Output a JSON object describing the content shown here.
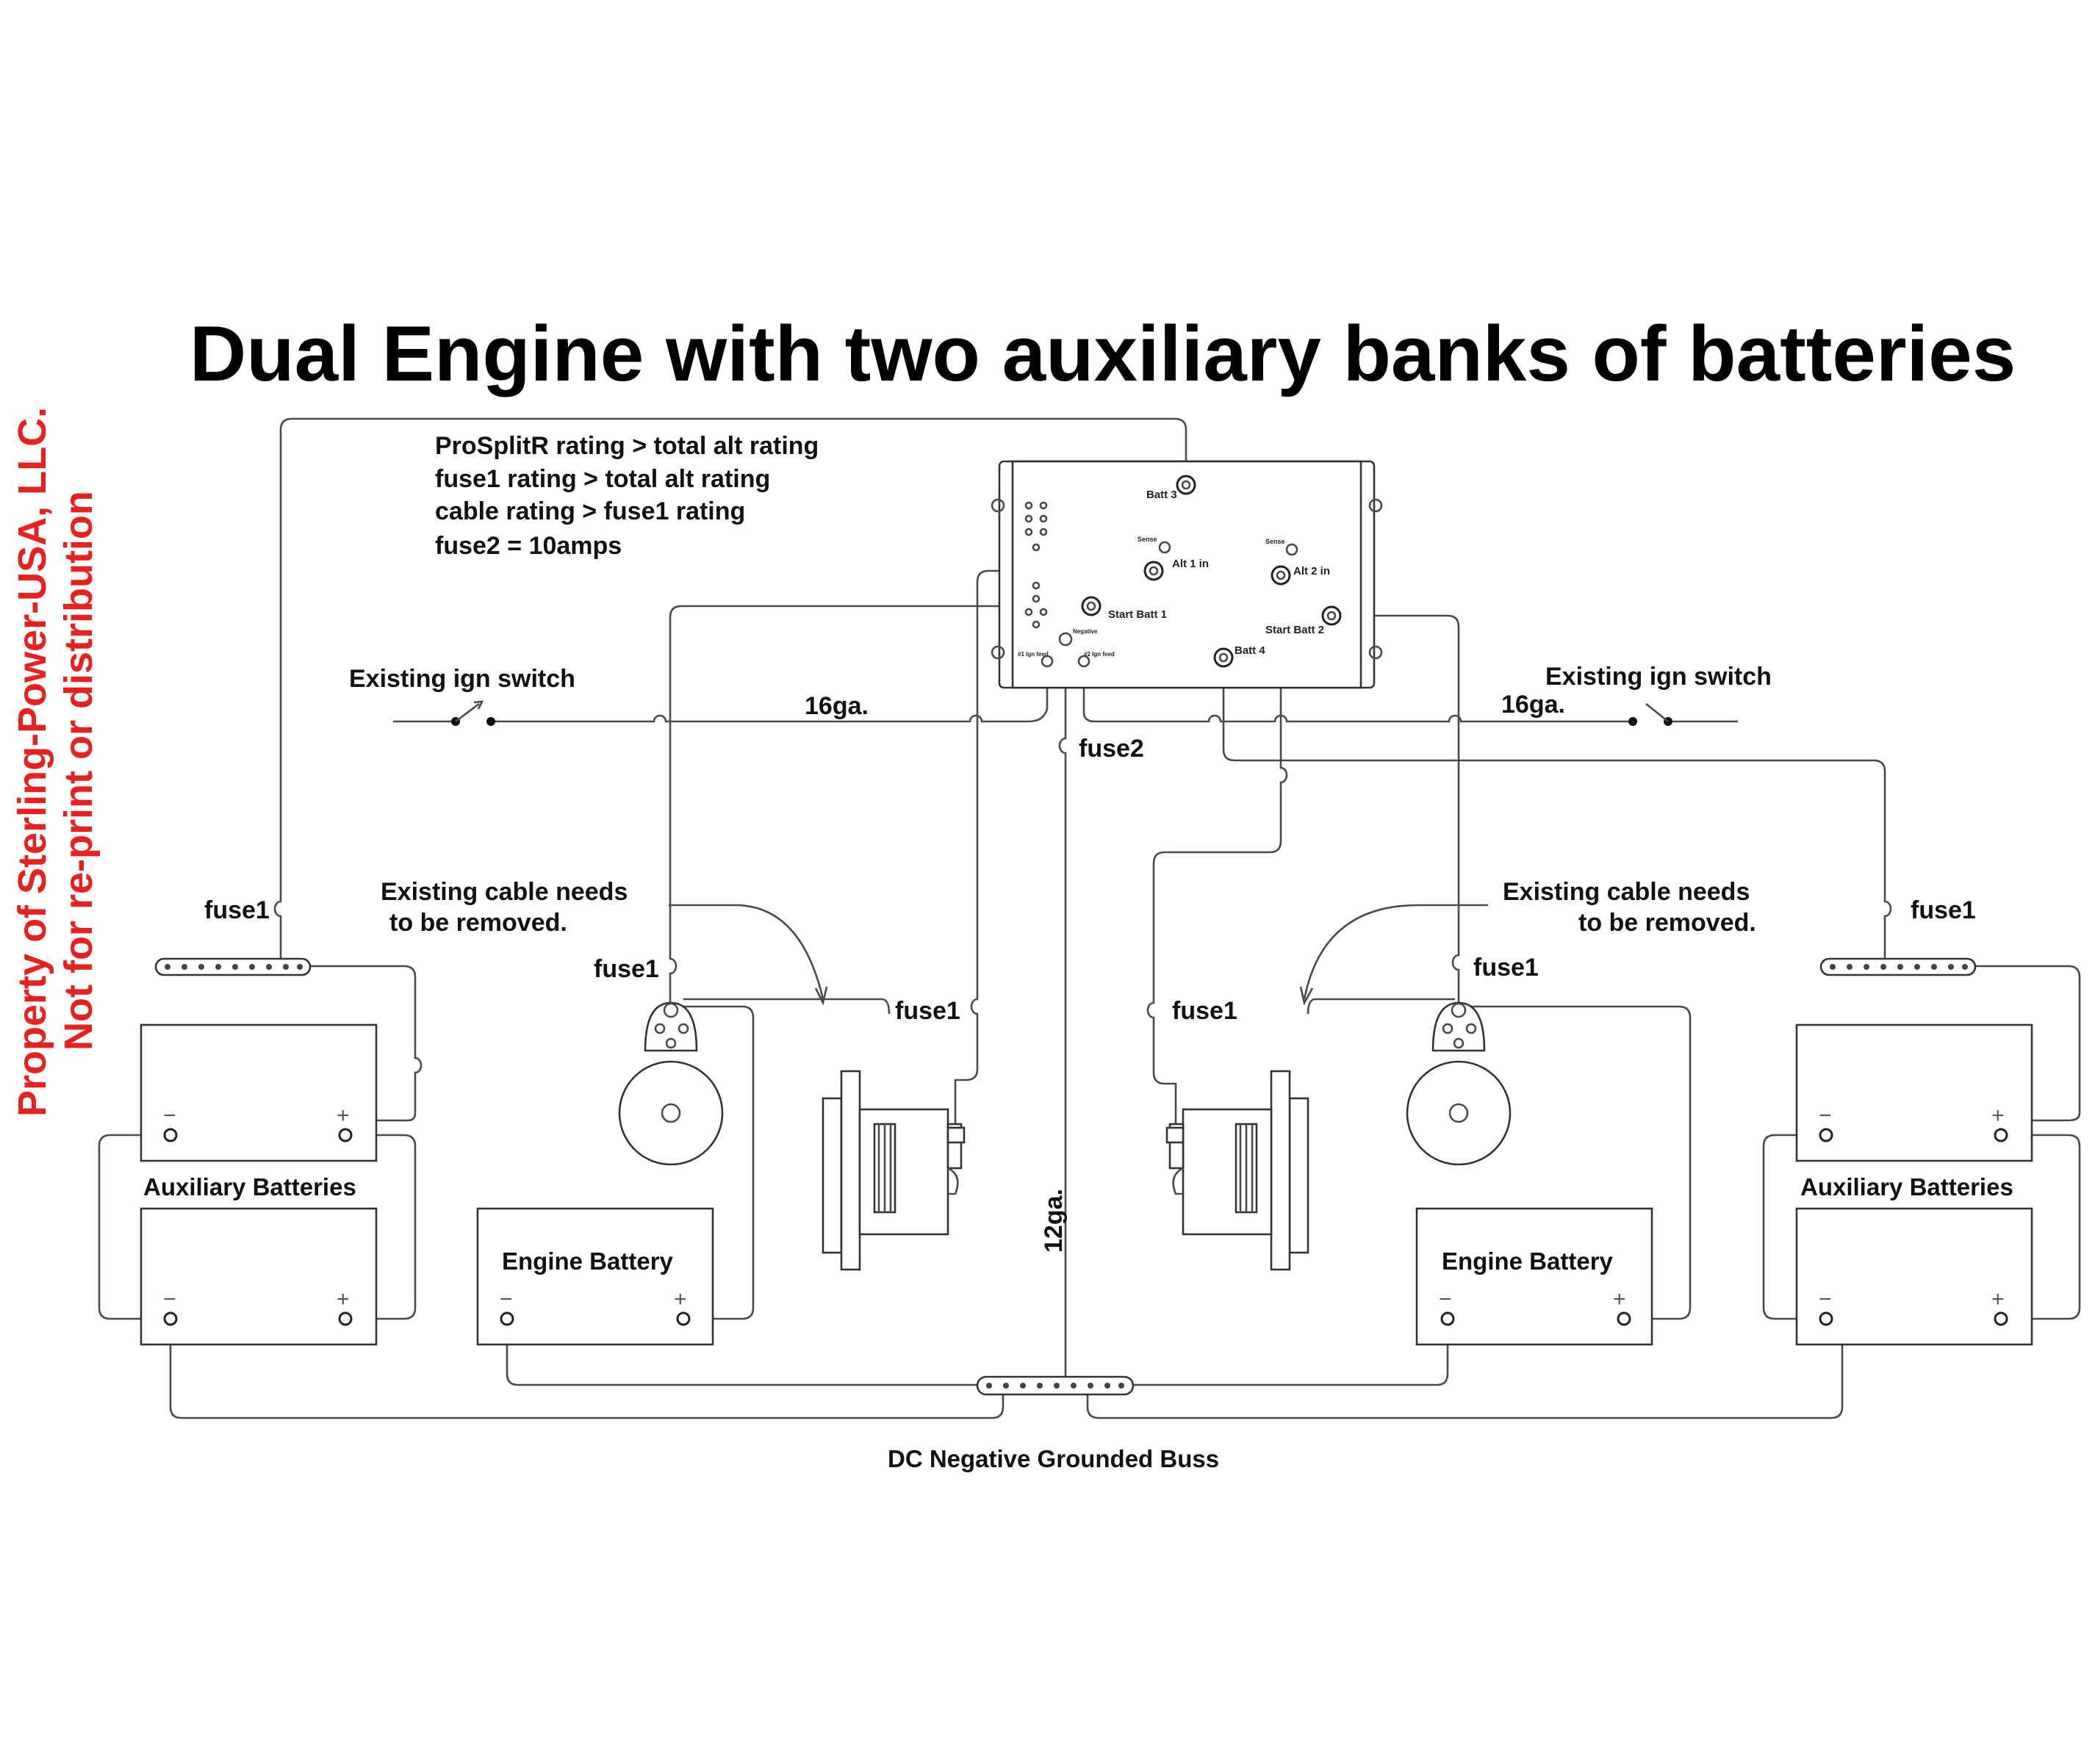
{
  "watermark": {
    "line1": "Property of Sterling-Power-USA, LLC.",
    "line2": "Not for re-print or distribution",
    "color": "#e8201e"
  },
  "title": "Dual Engine with two auxiliary banks of batteries",
  "notes": [
    "ProSplitR rating > total alt rating",
    "fuse1 rating > total alt rating",
    "cable rating > fuse1 rating",
    "fuse2 = 10amps"
  ],
  "splitter": {
    "batt3": "Batt 3",
    "batt4": "Batt 4",
    "alt1": "Alt 1 in",
    "alt2": "Alt 2 in",
    "sense1": "Sense",
    "sense2": "Sense",
    "start1": "Start Batt 1",
    "start2": "Start Batt 2",
    "negative": "Negative",
    "ign1": "#1 Ign feed",
    "ign2": "#2 Ign feed"
  },
  "labels": {
    "ign_switch_left": "Existing ign switch",
    "ign_switch_right": "Existing ign switch",
    "gauge_16_left": "16ga.",
    "gauge_16_right": "16ga.",
    "fuse2": "fuse2",
    "gauge_12": "12ga.",
    "fuse1": "fuse1",
    "cable_remove_left_1": "Existing cable needs",
    "cable_remove_left_2": "to be removed.",
    "cable_remove_right_1": "Existing cable needs",
    "cable_remove_right_2": "to be removed.",
    "aux_batteries": "Auxiliary Batteries",
    "engine_battery": "Engine Battery",
    "minus": "−",
    "plus": "+",
    "buss": "DC Negative Grounded Buss"
  }
}
